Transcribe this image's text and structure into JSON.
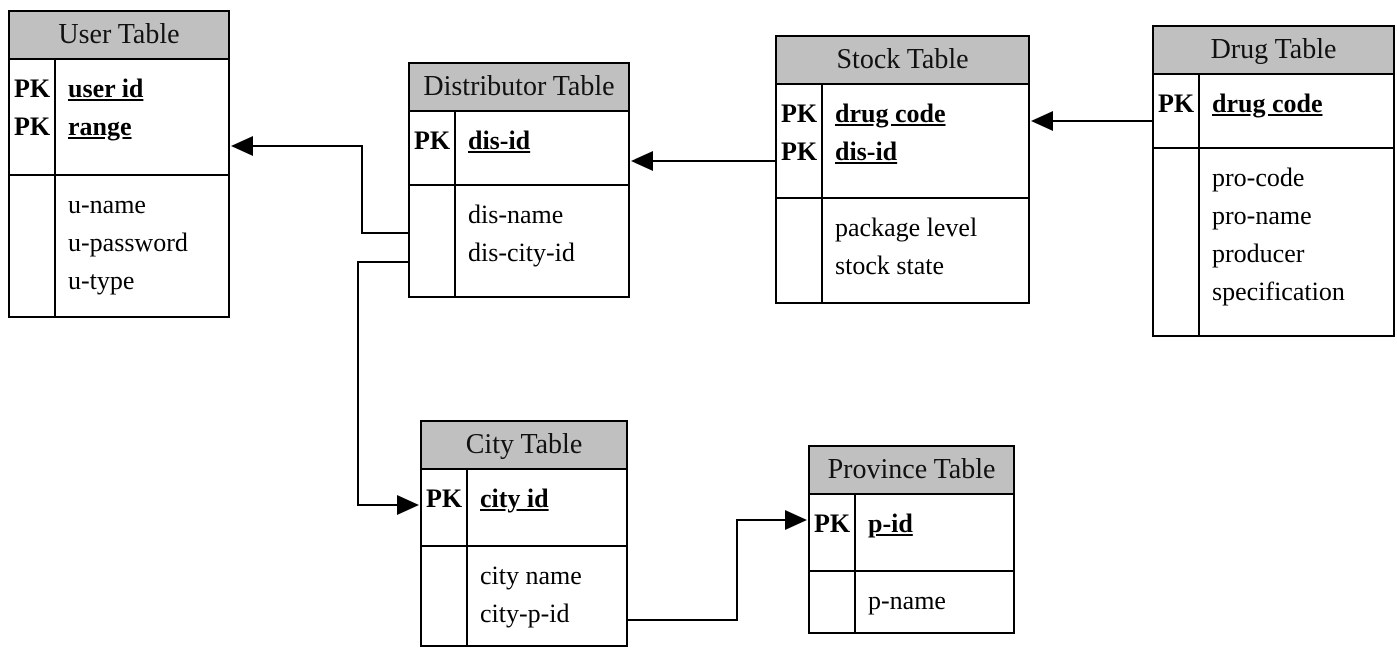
{
  "pk_label": "PK",
  "colors": {
    "table_header_bg": "#c0c0c0",
    "border": "#000000",
    "canvas_bg": "#ffffff",
    "text": "#000000"
  },
  "tables": {
    "user": {
      "title": "User Table",
      "pks": [
        "user id",
        "range"
      ],
      "attrs": [
        "u-name",
        "u-password",
        "u-type"
      ]
    },
    "distributor": {
      "title": "Distributor Table",
      "pks": [
        "dis-id"
      ],
      "attrs": [
        "dis-name",
        "dis-city-id"
      ]
    },
    "stock": {
      "title": "Stock Table",
      "pks": [
        "drug code",
        "dis-id"
      ],
      "attrs": [
        "package level",
        "stock state"
      ]
    },
    "drug": {
      "title": "Drug Table",
      "pks": [
        "drug code"
      ],
      "attrs": [
        "pro-code",
        "pro-name",
        "producer",
        "specification"
      ]
    },
    "city": {
      "title": "City Table",
      "pks": [
        "city id"
      ],
      "attrs": [
        "city name",
        "city-p-id"
      ]
    },
    "province": {
      "title": "Province Table",
      "pks": [
        "p-id"
      ],
      "attrs": [
        "p-name"
      ]
    }
  },
  "relationships": [
    {
      "from": "Distributor Table",
      "to": "User Table"
    },
    {
      "from": "Stock Table",
      "to": "Distributor Table"
    },
    {
      "from": "Drug Table",
      "to": "Stock Table"
    },
    {
      "from": "Distributor Table",
      "to": "City Table"
    },
    {
      "from": "City Table",
      "to": "Province Table"
    }
  ]
}
